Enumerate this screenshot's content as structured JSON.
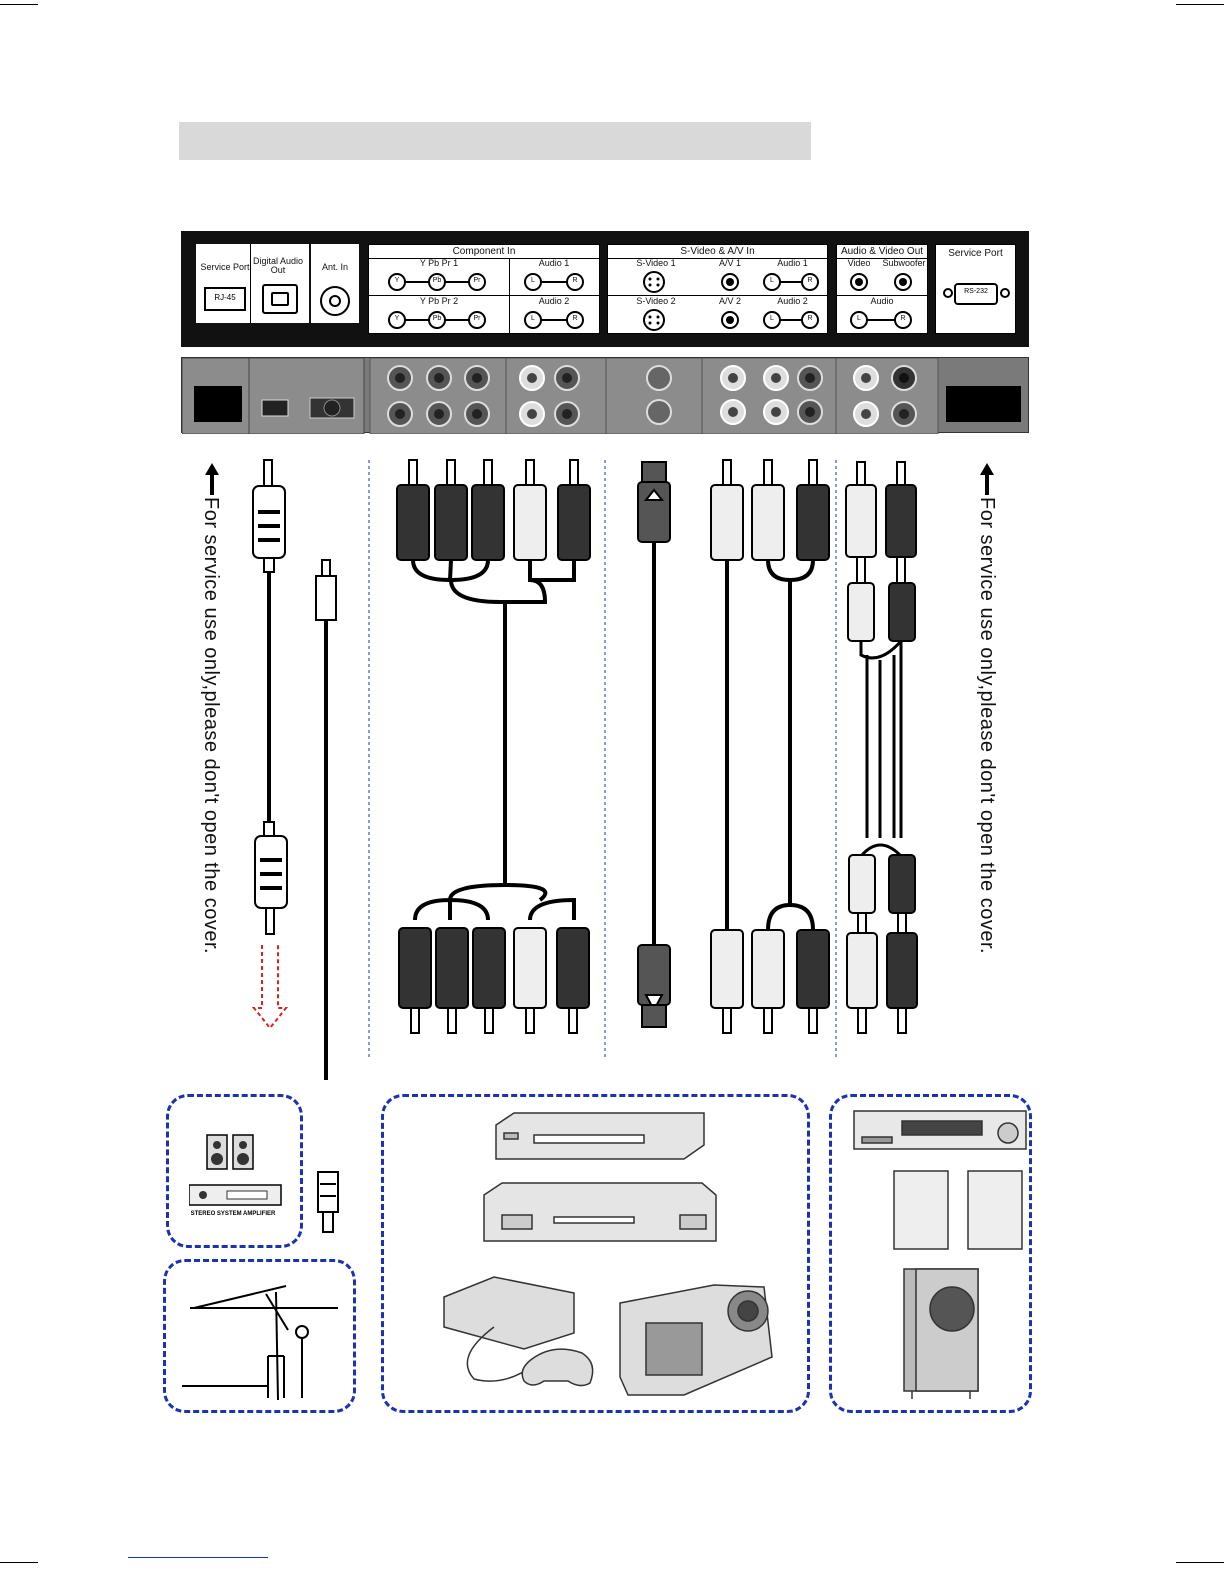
{
  "panel": {
    "service_port": "Service Port",
    "rj45": "RJ-45",
    "digital_audio_out": "Digital Audio Out",
    "ant_in": "Ant. In",
    "component_in": "Component  In",
    "ypbpr1": "Y Pb Pr  1",
    "ypbpr2": "Y Pb Pr  2",
    "audio1": "Audio 1",
    "audio2": "Audio 2",
    "y": "Y",
    "pb": "Pb",
    "pr": "Pr",
    "l": "L",
    "r": "R",
    "svideo_av_in": "S-Video & A/V  In",
    "svideo1": "S-Video 1",
    "svideo2": "S-Video 2",
    "av1": "A/V  1",
    "av2": "A/V  2",
    "audio_video_out": "Audio & Video Out",
    "video": "Video",
    "subwoofer": "Subwoofer",
    "audio": "Audio",
    "service_port_right": "Service Port",
    "rs232": "RS-232"
  },
  "notes": {
    "left": "For service use only,please don't open the cover.",
    "right": "For service use only,please don't open the cover."
  },
  "devices": {
    "amplifier_label": "STEREO SYSTEM AMPLIFIER"
  },
  "colors": {
    "dashed_box": "#1a33b3",
    "red_arrow": "#d22",
    "panel_bg": "#111111",
    "title_bar": "#d9d9d9"
  }
}
